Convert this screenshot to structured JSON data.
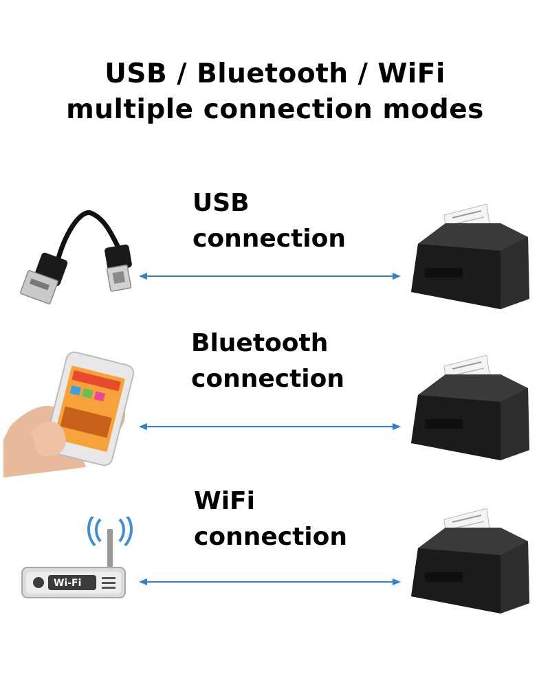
{
  "headline": {
    "line1": "USB / Bluetooth / WiFi",
    "line2": "multiple connection modes"
  },
  "rows": [
    {
      "title": "USB",
      "subtitle": "connection",
      "device_icon": "usb-cable-icon"
    },
    {
      "title": "Bluetooth",
      "subtitle": "connection",
      "device_icon": "smartphone-icon"
    },
    {
      "title": "WiFi",
      "subtitle": "connection",
      "device_icon": "wifi-router-icon"
    }
  ],
  "router_badge": "Wi-Fi",
  "printer_icon": "thermal-printer-icon",
  "colors": {
    "arrow": "#2f7fd3",
    "printer": "#1c1c1c",
    "text": "#000000"
  }
}
